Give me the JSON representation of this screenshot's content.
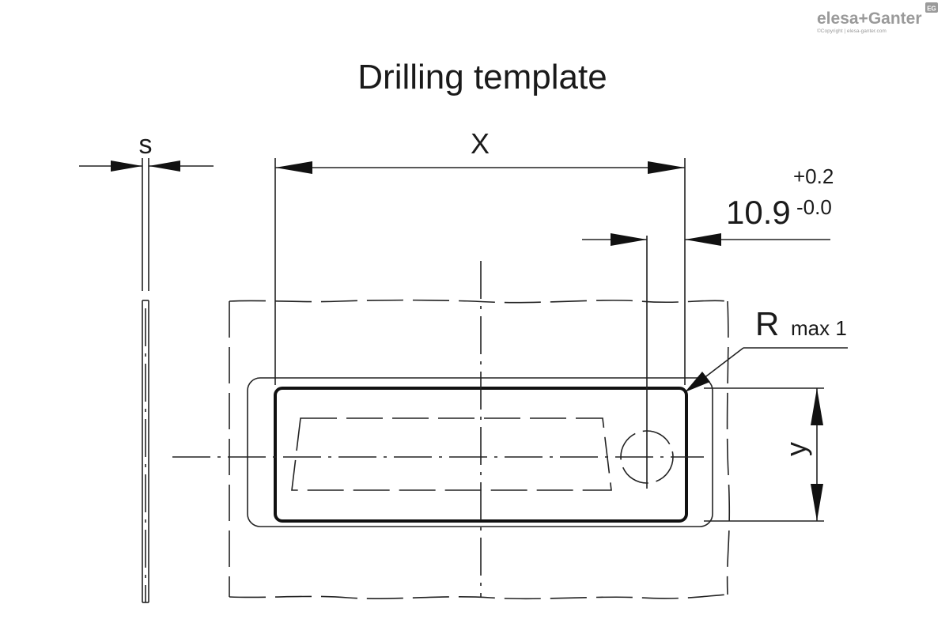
{
  "title": "Drilling template",
  "logo": {
    "brand": "elesa+Ganter",
    "badge": "EG",
    "copyright": "©Copyright | elesa-ganter.com",
    "color": "#9a9a9a"
  },
  "dimensions": {
    "s": "s",
    "x": "X",
    "y": "y",
    "offset_value": "10.9",
    "tol_upper": "+0.2",
    "tol_lower": "-0.0",
    "radius_R": "R",
    "radius_note": "max 1"
  }
}
